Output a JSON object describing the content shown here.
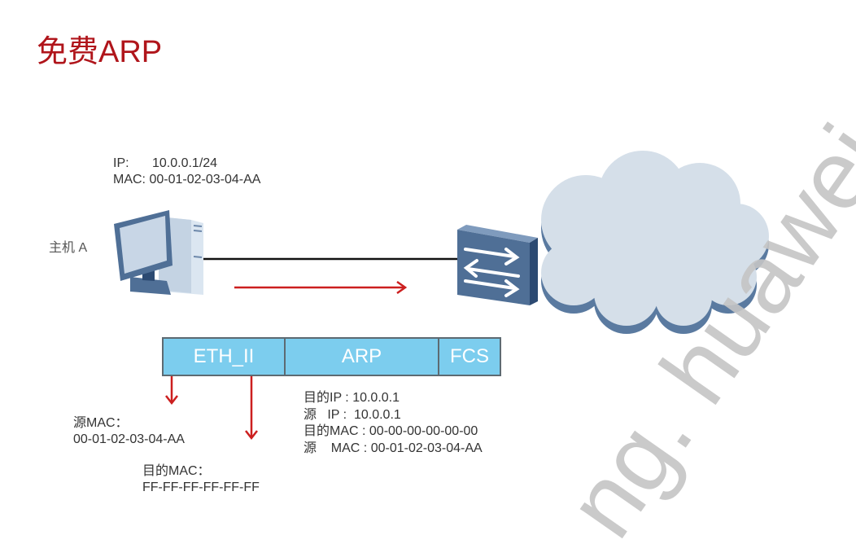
{
  "title": "免费ARP",
  "host": {
    "label": "主机 A",
    "ip_label": "IP:",
    "ip_value": "10.0.0.1/24",
    "mac_label": "MAC:",
    "mac_value": "00-01-02-03-04-AA"
  },
  "frame": {
    "segments": [
      {
        "label": "ETH_II"
      },
      {
        "label": "ARP"
      },
      {
        "label": "FCS"
      }
    ]
  },
  "eth_fields": {
    "src_mac_label": "源MAC：",
    "src_mac_value": "00-01-02-03-04-AA",
    "dst_mac_label": "目的MAC：",
    "dst_mac_value": "FF-FF-FF-FF-FF-FF"
  },
  "arp_fields": [
    {
      "label": "目的IP",
      "sep": " : ",
      "value": "10.0.0.1"
    },
    {
      "label": "源   IP",
      "sep": " :  ",
      "value": "10.0.0.1"
    },
    {
      "label": "目的MAC",
      "sep": " : ",
      "value": "00-00-00-00-00-00"
    },
    {
      "label": "源    MAC",
      "sep": " : ",
      "value": "00-01-02-03-04-AA"
    }
  ],
  "colors": {
    "title": "#b0151b",
    "arrow": "#cc1f1f",
    "frame_fill": "#7ccdee",
    "device_blue": "#4f6f96",
    "cloud_fill": "#d5dfe9",
    "cloud_shadow": "#5a7aa0",
    "watermark": "#c4c4c4"
  },
  "watermark": "ng. huawei"
}
